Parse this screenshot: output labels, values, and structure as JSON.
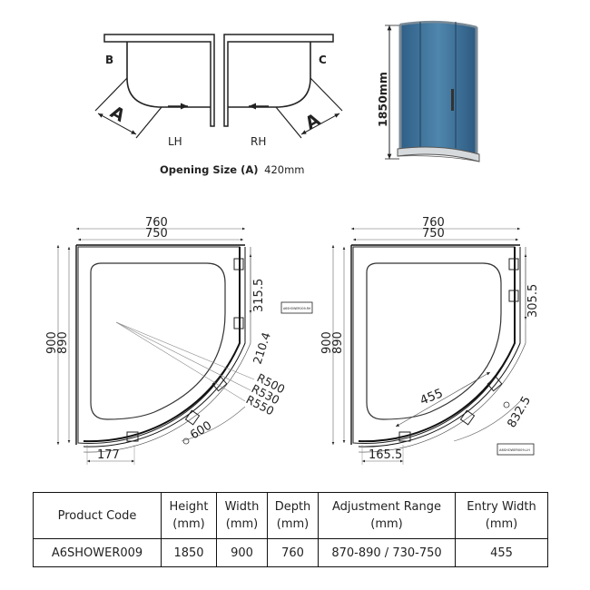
{
  "diagram": {
    "plan_left": {
      "corner_label": "B",
      "width_label": "A",
      "hand_label": "LH"
    },
    "plan_right": {
      "corner_label": "C",
      "width_label": "A",
      "hand_label": "RH"
    },
    "opening_size": {
      "label": "Opening Size (A)",
      "value": "420mm"
    },
    "elevation": {
      "height_label": "1850mm"
    },
    "left_drawing": {
      "outer_width": "760",
      "inner_width": "750",
      "outer_depth": "900",
      "inner_depth": "890",
      "straight_length": "315.5",
      "radius_offset": "210.4",
      "radii": [
        "R500",
        "R530",
        "R550"
      ],
      "diagonal": "600",
      "bottom_offset": "177",
      "spec_tag": "A6SHOWER009-RH"
    },
    "right_drawing": {
      "outer_width": "760",
      "inner_width": "750",
      "outer_depth": "900",
      "inner_depth": "890",
      "straight_length": "305.5",
      "entry": "455",
      "diagonal": "832.5",
      "bottom_offset": "165.5",
      "spec_tag": "A6SHOWER009-LH"
    }
  },
  "table": {
    "headers": [
      [
        "Product Code"
      ],
      [
        "Height",
        "(mm)"
      ],
      [
        "Width",
        "(mm)"
      ],
      [
        "Depth",
        "(mm)"
      ],
      [
        "Adjustment Range",
        "(mm)"
      ],
      [
        "Entry Width",
        "(mm)"
      ]
    ],
    "row": [
      "A6SHOWER009",
      "1850",
      "900",
      "760",
      "870-890 / 730-750",
      "455"
    ]
  }
}
